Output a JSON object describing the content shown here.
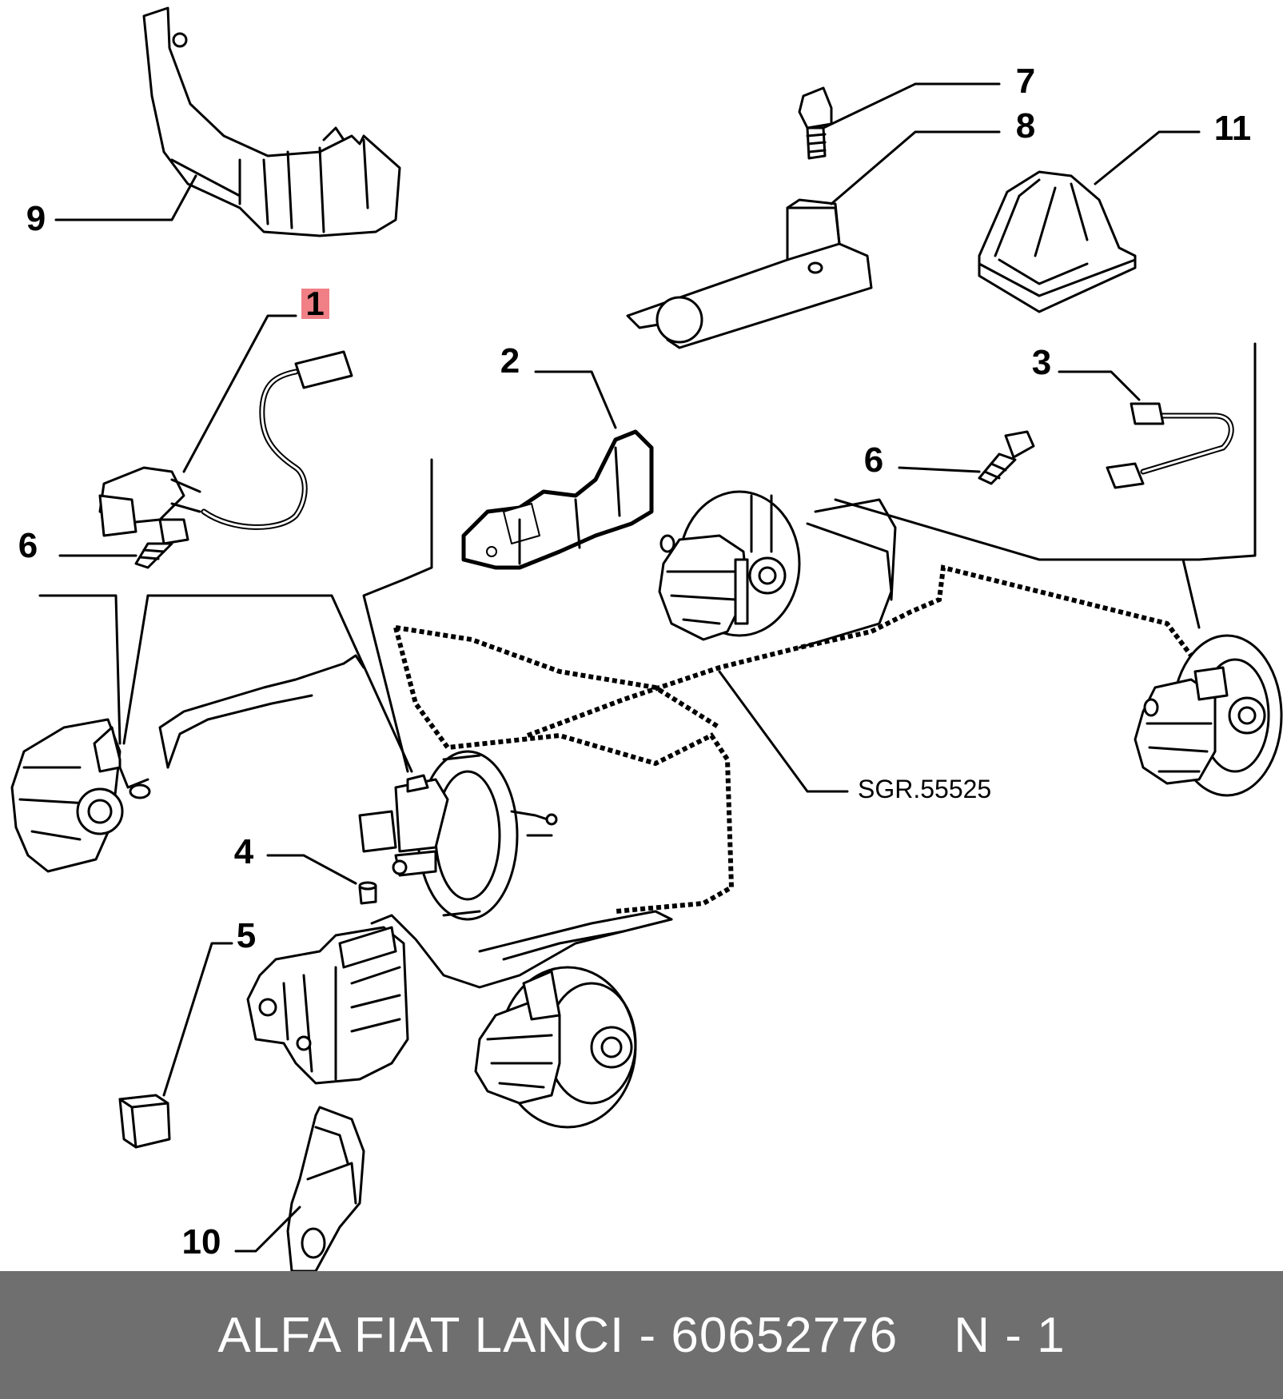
{
  "callouts": [
    {
      "id": "1",
      "label": "1",
      "highlight": true
    },
    {
      "id": "2",
      "label": "2"
    },
    {
      "id": "3",
      "label": "3"
    },
    {
      "id": "4",
      "label": "4"
    },
    {
      "id": "5",
      "label": "5"
    },
    {
      "id": "6a",
      "label": "6"
    },
    {
      "id": "6b",
      "label": "6"
    },
    {
      "id": "7",
      "label": "7"
    },
    {
      "id": "8",
      "label": "8"
    },
    {
      "id": "9",
      "label": "9"
    },
    {
      "id": "10",
      "label": "10"
    },
    {
      "id": "11",
      "label": "11"
    }
  ],
  "reference": "SGR.55525",
  "highlight_color": "#f07f86",
  "footer": {
    "part_text": "ALFA FIAT LANCI - 60652776",
    "page_text": "N - 1",
    "background": "#6f6f6f"
  }
}
